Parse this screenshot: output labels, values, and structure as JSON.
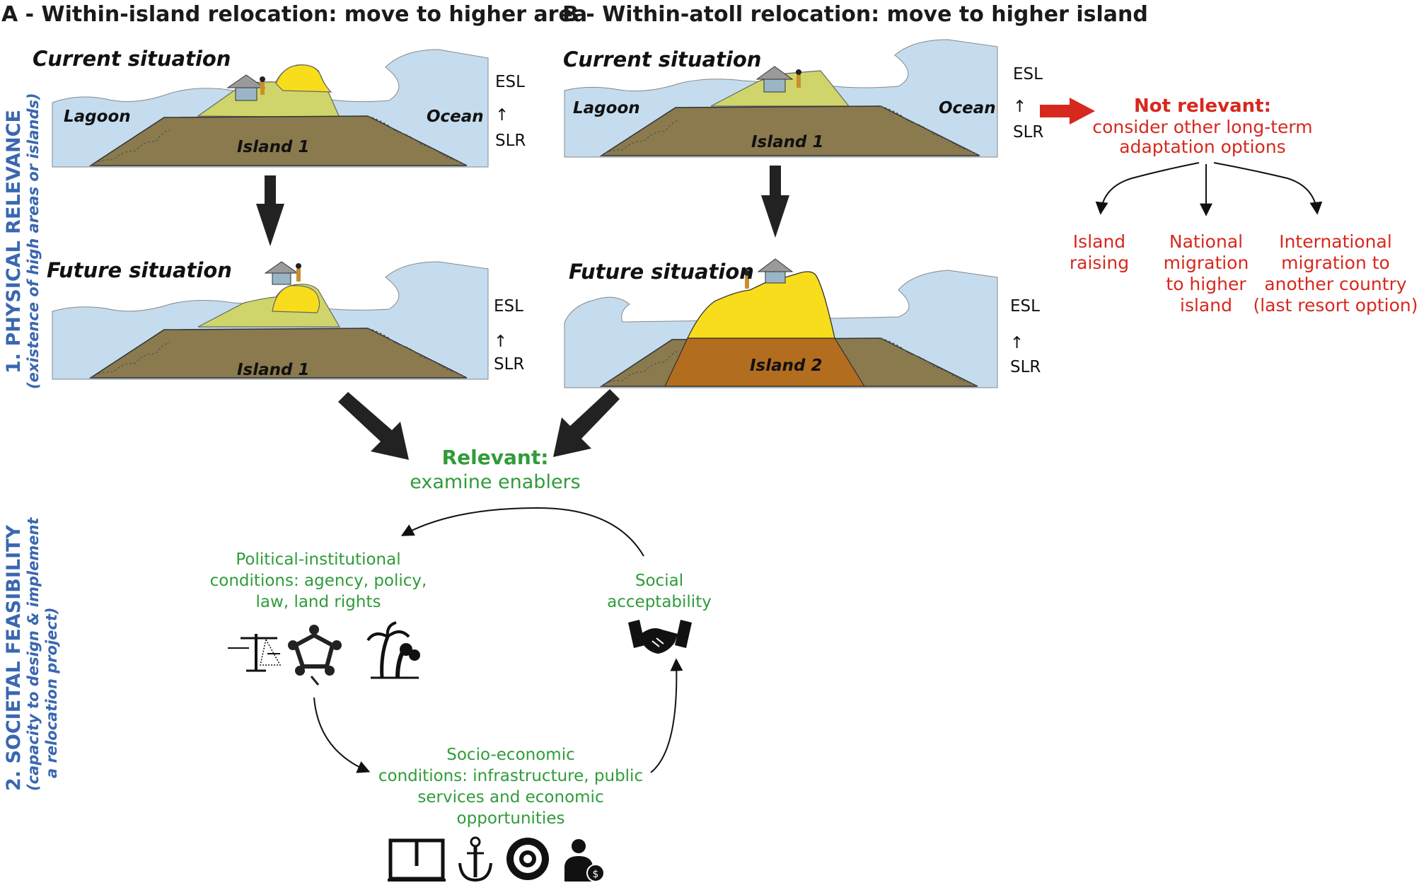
{
  "headers": {
    "a": "A - Within-island relocation: move to higher area",
    "b": "B - Within-atoll relocation: move to higher island"
  },
  "side_labels": {
    "physical": "1. PHYSICAL RELEVANCE",
    "physical_sub": "(existence of high areas or  islands)",
    "societal": "2. SOCIETAL FEASIBILITY",
    "societal_sub1": "(capacity to design & implement",
    "societal_sub2": "a relocation project)"
  },
  "panels": {
    "current": "Current situation",
    "future": "Future situation",
    "lagoon": "Lagoon",
    "ocean": "Ocean",
    "island1": "Island 1",
    "island2": "Island 2",
    "esl": "ESL",
    "slr": "SLR",
    "arrow_up": "↑"
  },
  "not_relevant": {
    "title": "Not relevant:",
    "line1": "consider other long-term",
    "line2": "adaptation options",
    "options": [
      {
        "lines": [
          "Island",
          "raising"
        ]
      },
      {
        "lines": [
          "National",
          "migration",
          "to higher",
          "island"
        ]
      },
      {
        "lines": [
          "International",
          "migration to",
          "another country",
          "(last resort option)"
        ]
      }
    ]
  },
  "relevant": {
    "title": "Relevant:",
    "subtitle": "examine enablers"
  },
  "enablers": {
    "political": [
      "Political-institutional",
      "conditions: agency, policy,",
      "law, land rights"
    ],
    "social": [
      "Social",
      "acceptability"
    ],
    "socio_economic": [
      "Socio-economic",
      "conditions: infrastructure, public",
      "services and economic",
      "opportunities"
    ]
  },
  "icons": {
    "political": [
      "scales-icon",
      "group-icon",
      "palm-trees-icon"
    ],
    "social": [
      "handshake-icon"
    ],
    "socio_economic": [
      "book-icon",
      "anchor-icon",
      "lifebuoy-icon",
      "person-money-icon"
    ]
  },
  "colors": {
    "water": "#c4dcee",
    "island_base": "#8a7a4e",
    "island2_base": "#b36d1e",
    "green_land": "#cfd56a",
    "high_land": "#f8dd1c",
    "red": "#d7281e",
    "green_text": "#2f9c3a",
    "blue_text": "#3a67b0"
  }
}
